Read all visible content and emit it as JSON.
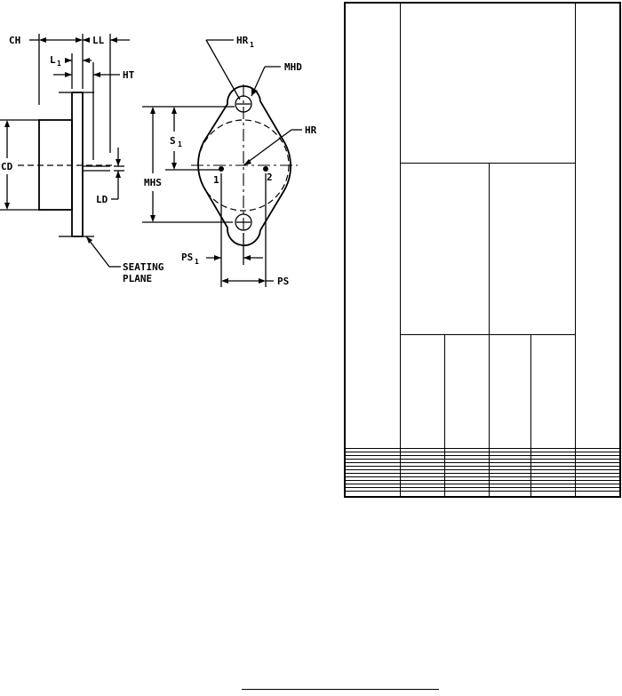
{
  "labels": {
    "ch": "CH",
    "ll": "LL",
    "l1_main": "L",
    "l1_sub": "1",
    "ht": "HT",
    "cd": "CD",
    "ld": "LD",
    "seating_line1": "SEATING",
    "seating_line2": "PLANE",
    "hr1_main": "HR",
    "hr1_sub": "1",
    "mhd": "MHD",
    "hr": "HR",
    "s1_main": "S",
    "s1_sub": "1",
    "mhs": "MHS",
    "pin1": "1",
    "pin2": "2",
    "ps1_main": "PS",
    "ps1_sub": "1",
    "ps": "PS"
  },
  "table": {
    "header_rows": 3,
    "body_rows": 13,
    "columns": 6
  }
}
